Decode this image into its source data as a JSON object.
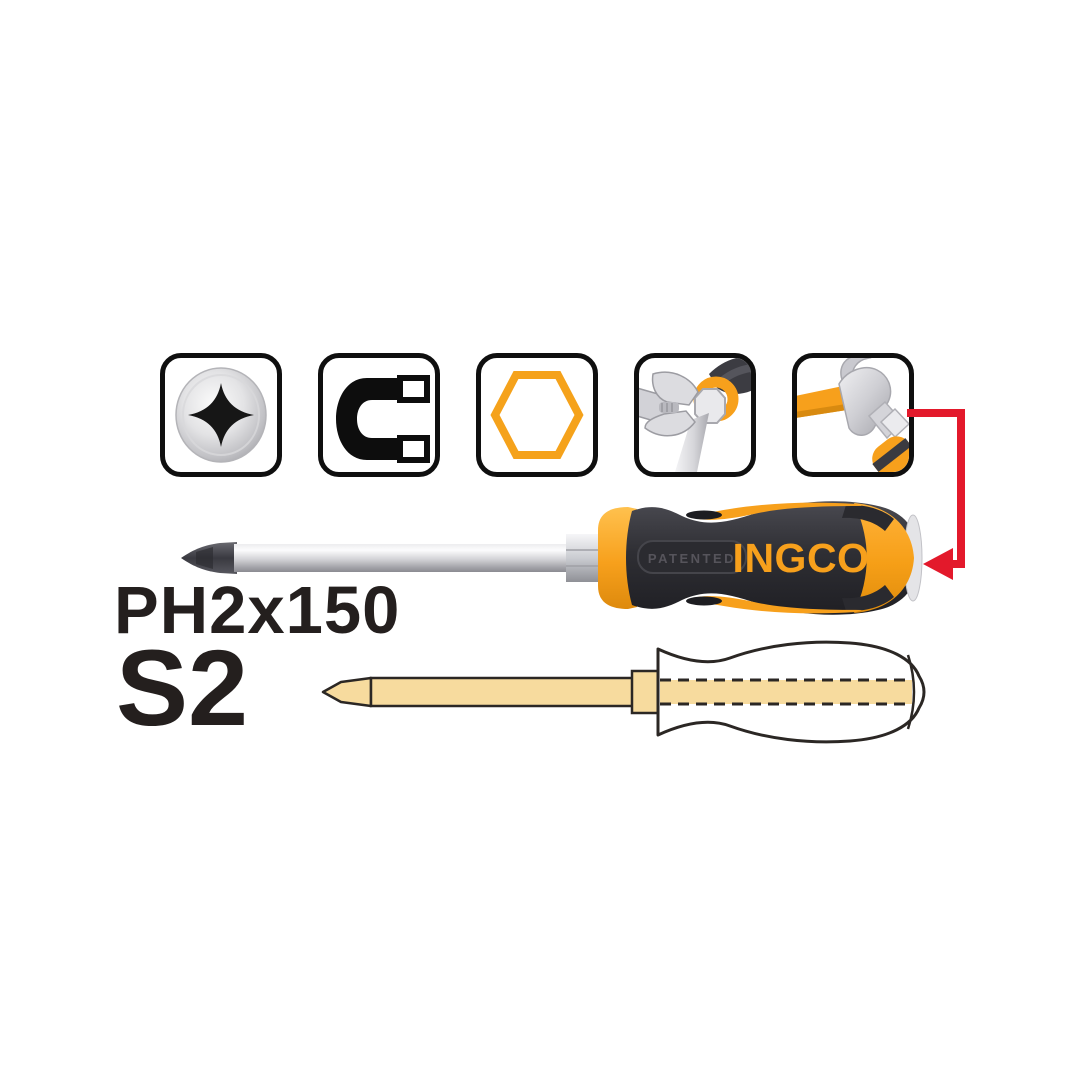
{
  "product": {
    "spec": "PH2x150",
    "steel_grade": "S2",
    "brand_logo": "INGCO",
    "patented_label": "PATENTED"
  },
  "feature_icons": [
    {
      "name": "phillips-bit-icon"
    },
    {
      "name": "magnet-icon"
    },
    {
      "name": "hex-shaft-icon"
    },
    {
      "name": "wrench-grip-icon"
    },
    {
      "name": "hammer-strike-icon"
    }
  ],
  "colors": {
    "brand_orange": "#F7A01C",
    "callout_red": "#E3192B",
    "drawing_tan": "#F7DB9E",
    "outline_black": "#2B2724",
    "text_black": "#241F1E"
  }
}
